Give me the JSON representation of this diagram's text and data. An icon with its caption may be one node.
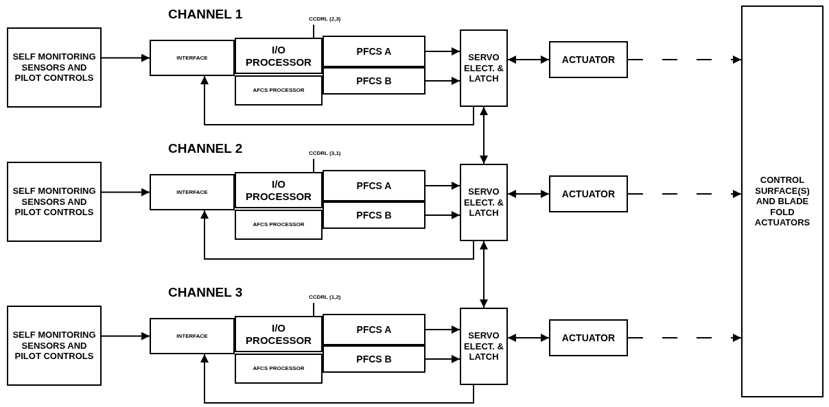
{
  "diagram": {
    "nodes": [
      {
        "text": [
          "SELF MONITORING SENSORS AND PILOT CONTROLS"
        ]
      },
      {
        "text": [
          "CCDRL (2,3)"
        ]
      },
      {
        "text": [
          "INTERFACE"
        ]
      },
      {
        "text": [
          "I/O PROCESSOR"
        ]
      },
      {
        "text": [
          "AFCS PROCESSOR"
        ]
      },
      {
        "text": [
          "PFCS A"
        ]
      },
      {
        "text": [
          "PFCS B"
        ]
      },
      {
        "text": [
          "SERVO ELECT. & LATCH"
        ]
      },
      {
        "text": [
          "ACTUATOR"
        ]
      },
      {
        "text": [
          "SELF MONITORING SENSORS AND PILOT CONTROLS"
        ]
      },
      {
        "text": [
          "CCDRL (3,1)"
        ]
      },
      {
        "text": [
          "INTERFACE"
        ]
      },
      {
        "text": [
          "I/O PROCESSOR"
        ]
      },
      {
        "text": [
          "AFCS PROCESSOR"
        ]
      },
      {
        "text": [
          "PFCS A"
        ]
      },
      {
        "text": [
          "PFCS B"
        ]
      },
      {
        "text": [
          "SERVO ELECT. & LATCH"
        ]
      },
      {
        "text": [
          "ACTUATOR"
        ]
      },
      {
        "text": [
          "SELF MONITORING SENSORS AND PILOT CONTROLS"
        ]
      },
      {
        "text": [
          "CCDRL (1,2)"
        ]
      },
      {
        "text": [
          "INTERFACE"
        ]
      },
      {
        "text": [
          "I/O PROCESSOR"
        ]
      },
      {
        "text": [
          "AFCS PROCESSOR"
        ]
      },
      {
        "text": [
          "PFCS A"
        ]
      },
      {
        "text": [
          "PFCS B"
        ]
      },
      {
        "text": [
          "SERVO ELECT. & LATCH"
        ]
      },
      {
        "text": [
          "ACTUATOR"
        ]
      },
      {
        "text": [
          "CONTROL SURFACE(S) AND BLADE FOLD ACTUATORS"
        ]
      }
    ],
    "edges": [
      {
        "from": 0,
        "to": 2,
        "arrow": "to"
      },
      {
        "from": 5,
        "to": 7,
        "arrow": "to"
      },
      {
        "from": 6,
        "to": 7,
        "arrow": "to"
      },
      {
        "from": 7,
        "to": 2,
        "arrow": "to"
      },
      {
        "from": 7,
        "to": 8,
        "arrow": "both"
      },
      {
        "from": 8,
        "to": 27,
        "arrow": "to",
        "style": "dashed"
      },
      {
        "from": 1,
        "to": 3,
        "arrow": "none"
      },
      {
        "from": 9,
        "to": 11,
        "arrow": "to"
      },
      {
        "from": 14,
        "to": 16,
        "arrow": "to"
      },
      {
        "from": 15,
        "to": 16,
        "arrow": "to"
      },
      {
        "from": 16,
        "to": 11,
        "arrow": "to"
      },
      {
        "from": 16,
        "to": 17,
        "arrow": "both"
      },
      {
        "from": 17,
        "to": 27,
        "arrow": "to",
        "style": "dashed"
      },
      {
        "from": 10,
        "to": 12,
        "arrow": "none"
      },
      {
        "from": 18,
        "to": 20,
        "arrow": "to"
      },
      {
        "from": 23,
        "to": 25,
        "arrow": "to"
      },
      {
        "from": 24,
        "to": 25,
        "arrow": "to"
      },
      {
        "from": 25,
        "to": 20,
        "arrow": "to"
      },
      {
        "from": 25,
        "to": 26,
        "arrow": "both"
      },
      {
        "from": 26,
        "to": 27,
        "arrow": "to",
        "style": "dashed"
      },
      {
        "from": 19,
        "to": 21,
        "arrow": "none"
      },
      {
        "from": 7,
        "to": 16,
        "arrow": "both"
      },
      {
        "from": 16,
        "to": 25,
        "arrow": "both"
      }
    ],
    "labels": [
      "CHANNEL 1",
      "CHANNEL 2",
      "CHANNEL 3"
    ]
  }
}
